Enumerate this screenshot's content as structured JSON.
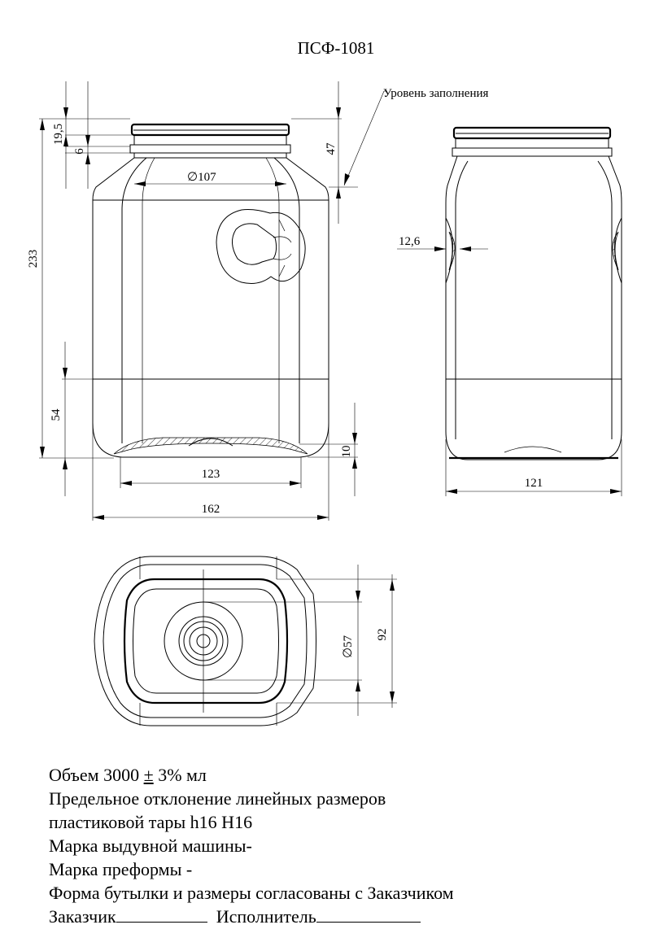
{
  "title": "ПСФ-1081",
  "fill_level_label": "Уровень заполнения",
  "dimensions": {
    "height_total": "233",
    "neck_top": "19,5",
    "neck_ring": "6",
    "fill_depth": "47",
    "shoulder_diameter": "107",
    "diameter_symbol": "∅",
    "lower_band": "54",
    "base_recess": "10",
    "base_width": "123",
    "body_width": "162",
    "side_width": "121",
    "handle_depth": "12,6",
    "mouth_diameter": "57",
    "top_depth": "92"
  },
  "notes": {
    "volume_prefix": "Объем 3000 ",
    "plus_minus": "±",
    "volume_suffix": " 3% мл",
    "tolerance_line1": "Предельное отклонение линейных размеров",
    "tolerance_line2": "пластиковой тары h16 H16",
    "blow_machine": "Марка выдувной машины-",
    "preform": "Марка преформы -",
    "agreed": "Форма бутылки и размеры согласованы с Заказчиком",
    "customer": "Заказчик",
    "contractor": "Исполнитель"
  }
}
